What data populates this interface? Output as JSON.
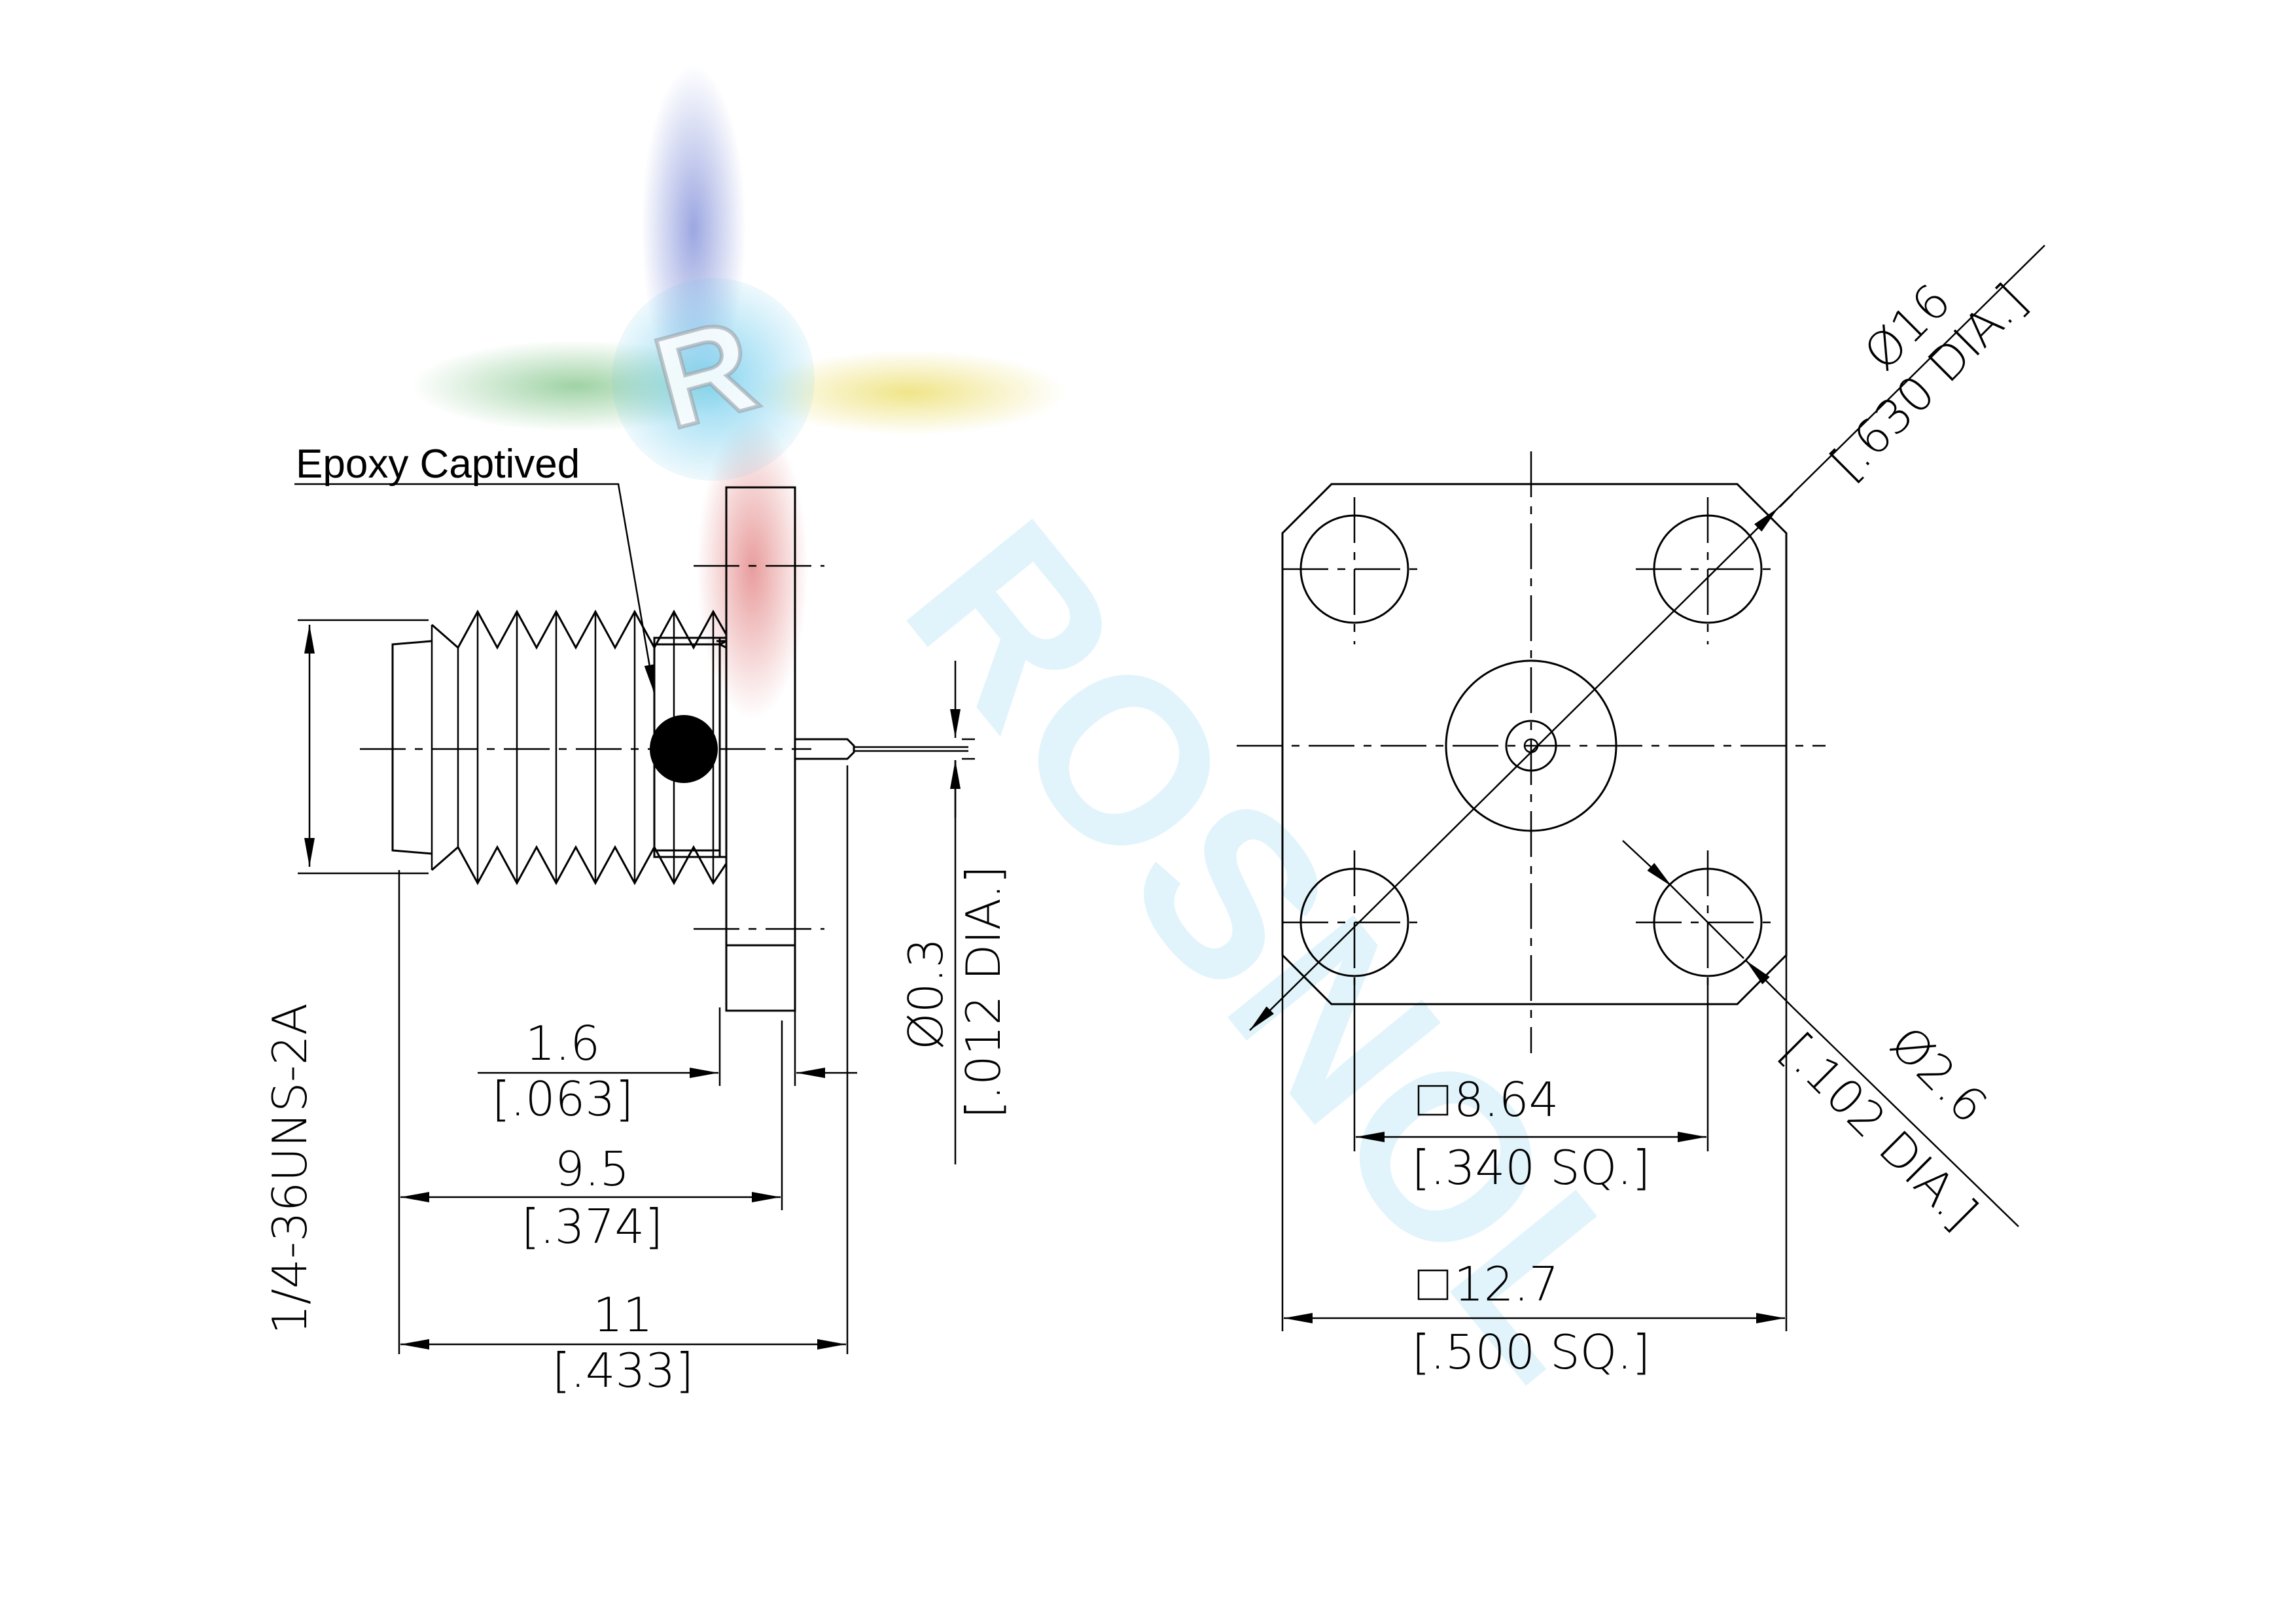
{
  "logo": {
    "letter": "R",
    "watermark_text": "ROSNOL",
    "colors": {
      "blue": "#4a5fc9",
      "red": "#d23a3a",
      "green": "#3fa64a",
      "yellow": "#e6d33a",
      "cyan": "#56c3ea"
    }
  },
  "side_view": {
    "callout": "Epoxy Captived",
    "thread_spec": "1/4-36UNS-2A",
    "dims": {
      "flange_thickness_mm": "1.6",
      "flange_thickness_in": "[.063]",
      "body_length_mm": "9.5",
      "body_length_in": "[.374]",
      "overall_length_mm": "11",
      "overall_length_in": "[.433]",
      "pin_dia_mm": "Ø0.3",
      "pin_dia_in": "[.012 DIA.]"
    }
  },
  "front_view": {
    "dims": {
      "hole_spacing_mm": "8.64",
      "hole_spacing_in": "[.340 SQ.]",
      "flange_size_mm": "12.7",
      "flange_size_in": "[.500 SQ.]",
      "bolt_circle_mm": "Ø16",
      "bolt_circle_in": "[.630 DIA.]",
      "hole_dia_mm": "Ø2.6",
      "hole_dia_in": "[.102 DIA.]"
    }
  }
}
